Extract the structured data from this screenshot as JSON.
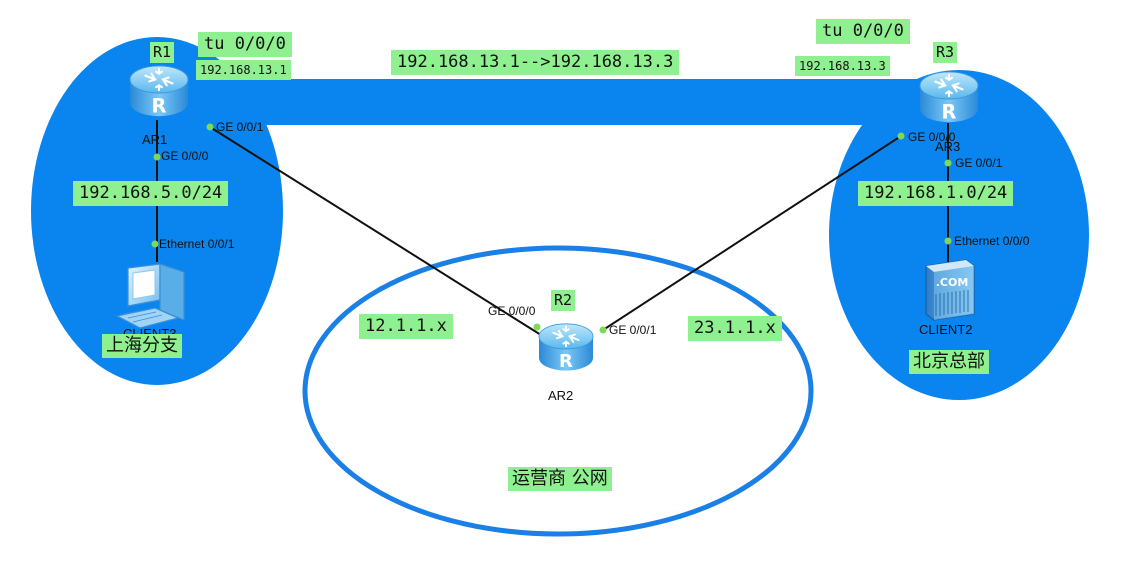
{
  "tunnel": {
    "r1_if": "tu 0/0/0",
    "r1_ip": "192.168.13.1",
    "r3_if": "tu 0/0/0",
    "r3_ip": "192.168.13.3",
    "path": "192.168.13.1-->192.168.13.3"
  },
  "routers": {
    "r1": {
      "tag": "R1",
      "name": "AR1"
    },
    "r2": {
      "tag": "R2",
      "name": "AR2"
    },
    "r3": {
      "tag": "R3",
      "name": "AR3"
    }
  },
  "ports": {
    "r1_wan": "GE 0/0/1",
    "r1_lan": "GE 0/0/0",
    "client3_eth": "Ethernet 0/0/1",
    "r2_left": "GE 0/0/0",
    "r2_right": "GE 0/0/1",
    "r3_wan": "GE 0/0/0",
    "r3_lan": "GE 0/0/1",
    "client2_eth": "Ethernet 0/0/0"
  },
  "subnets": {
    "left_lan": "192.168.5.0/24",
    "right_lan": "192.168.1.0/24",
    "left_wan": "12.1.1.x",
    "right_wan": "23.1.1.x"
  },
  "hosts": {
    "client3": "CLIENT3",
    "client2": "CLIENT2",
    "server_badge": ".COM"
  },
  "sites": {
    "left": "上海分支",
    "right": "北京总部",
    "isp": "运营商 公网"
  },
  "colors": {
    "site_fill": "#0a84ee",
    "isp_stroke": "#1a80e6",
    "label_bg": "#8ef08e",
    "port_dot": "#7ed957"
  }
}
